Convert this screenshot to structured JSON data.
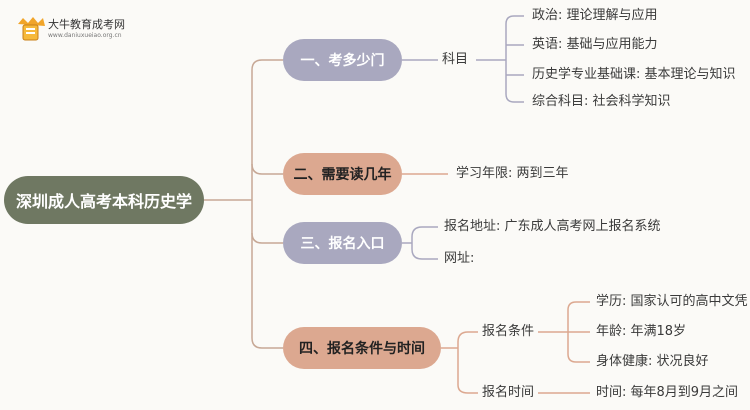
{
  "logo": {
    "name": "大牛教育成考网",
    "url": "www.daniuxueiao.org.cn"
  },
  "root": "深圳成人高考本科历史学",
  "branches": [
    {
      "title": "一、考多少门",
      "sub": "科目",
      "items": [
        "政治: 理论理解与应用",
        "英语: 基础与应用能力",
        "历史学专业基础课: 基本理论与知识",
        "综合科目: 社会科学知识"
      ]
    },
    {
      "title": "二、需要读几年",
      "item": "学习年限: 两到三年"
    },
    {
      "title": "三、报名入口",
      "items": [
        "报名地址: 广东成人高考网上报名系统",
        "网址:"
      ]
    },
    {
      "title": "四、报名条件与时间",
      "subs": [
        {
          "label": "报名条件",
          "items": [
            "学历: 国家认可的高中文凭",
            "年龄: 年满18岁",
            "身体健康: 状况良好"
          ]
        },
        {
          "label": "报名时间",
          "items": [
            "时间: 每年8月到9月之间"
          ]
        }
      ]
    }
  ]
}
